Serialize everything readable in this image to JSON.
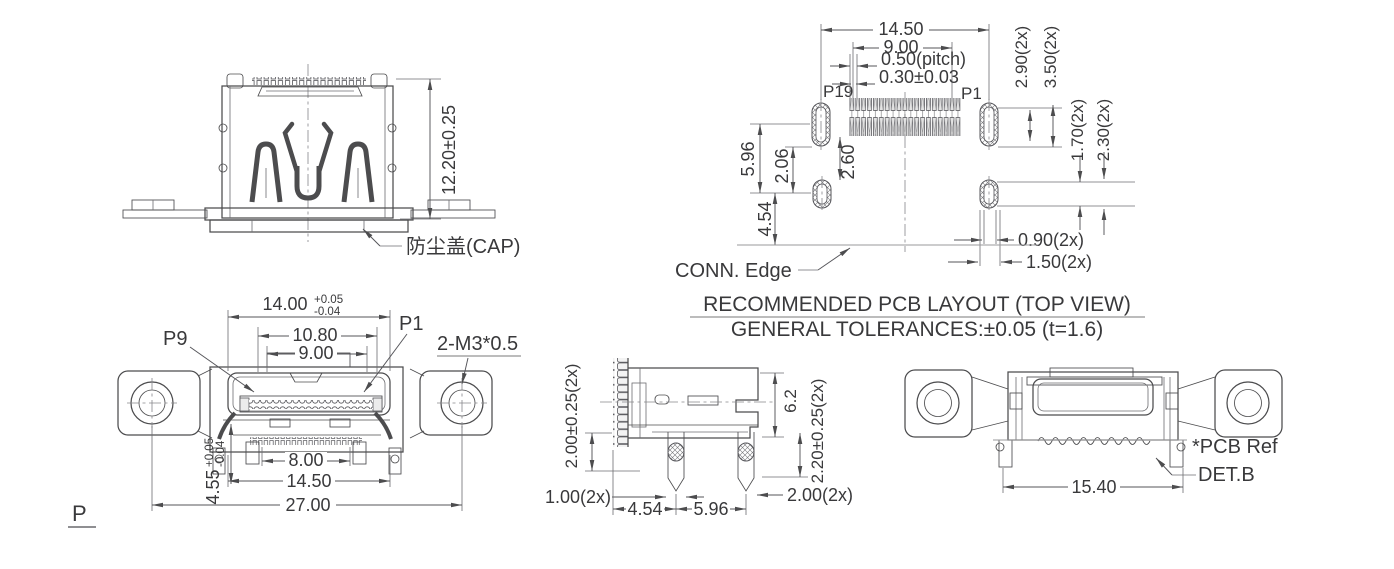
{
  "drawing": {
    "colors": {
      "line": "#4c4c4e",
      "dim_line": "#55555a",
      "text": "#39393b",
      "background": "#ffffff"
    },
    "views": {
      "rear_cap": {
        "height_dim": "12.20±0.25",
        "cap_label": "防尘盖(CAP)"
      },
      "pcb_layout": {
        "d1450": "14.50",
        "d900": "9.00",
        "pitch": "0.50(pitch)",
        "d030": "0.30±0.03",
        "p19": "P19",
        "p1": "P1",
        "d290": "2.90(2x)",
        "d350": "3.50(2x)",
        "d170": "1.70(2x)",
        "d230": "2.30(2x)",
        "d596": "5.96",
        "d206": "2.06",
        "d260": "2.60",
        "d454": "4.54",
        "d090": "0.90(2x)",
        "d150": "1.50(2x)",
        "conn_edge": "CONN. Edge",
        "title": "RECOMMENDED PCB LAYOUT (TOP VIEW)",
        "subtitle": "GENERAL TOLERANCES:±0.05 (t=1.6)"
      },
      "front": {
        "d1400": "14.00",
        "tol1400_plus": "+0.05",
        "tol1400_minus": "-0.04",
        "d1080": "10.80",
        "d900": "9.00",
        "p9": "P9",
        "p1": "P1",
        "screw": "2-M3*0.5",
        "d800": "8.00",
        "d1450": "14.50",
        "d2700": "27.00",
        "d455": "4.55",
        "tol455_plus": "+0.05",
        "tol455_minus": "-0.04",
        "view_label": "P"
      },
      "side": {
        "d200_left": "2.00±0.25(2x)",
        "d62": "6.2",
        "d220": "2.20±0.25(2x)",
        "d100": "1.00(2x)",
        "d454": "4.54",
        "d596": "5.96",
        "d200_right": "2.00(2x)"
      },
      "rear_det": {
        "pcb_ref": "*PCB Ref",
        "det": "DET.B",
        "d1540": "15.40"
      }
    }
  }
}
